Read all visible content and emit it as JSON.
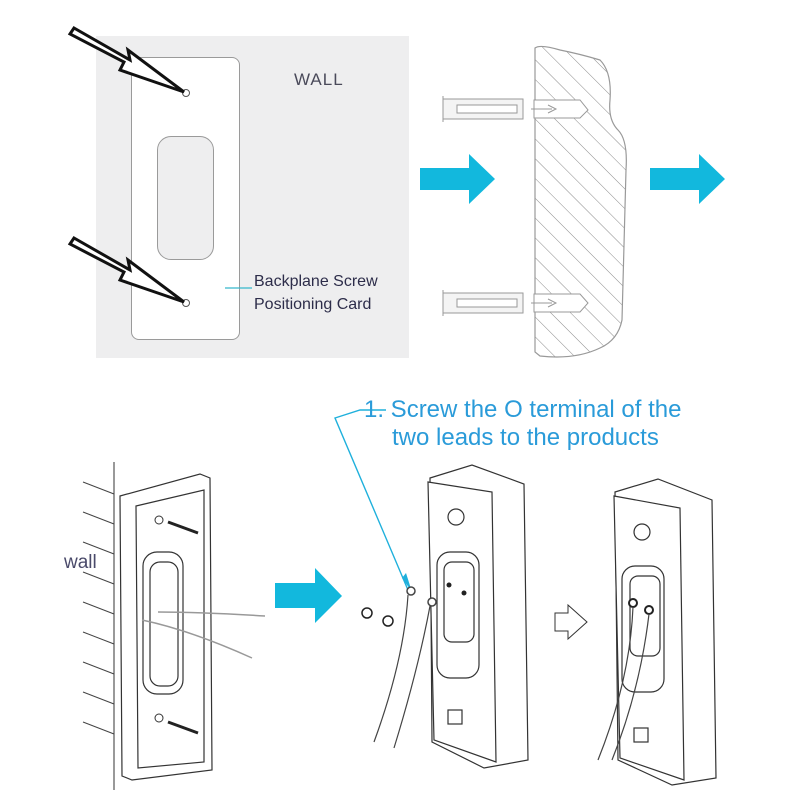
{
  "panel_top": {
    "wall_label": "WALL",
    "card_label_line1": "Backplane Screw",
    "card_label_line2": "Positioning Card"
  },
  "panel_bottom": {
    "instruction_line1": "1. Screw the O terminal of the",
    "instruction_line2": "two leads to the products",
    "wall_label": "wall"
  },
  "colors": {
    "accent_arrow": "#12b8dd",
    "instruction_text": "#2a9bd9",
    "panel_bg": "#eeeeef",
    "line": "#333333"
  },
  "icons": [
    "arrow-right-icon",
    "arrow-right-icon",
    "arrow-right-icon",
    "outline-arrow-right-icon",
    "drill-arrow-icon",
    "wall-anchor-icon",
    "screw-icon"
  ]
}
